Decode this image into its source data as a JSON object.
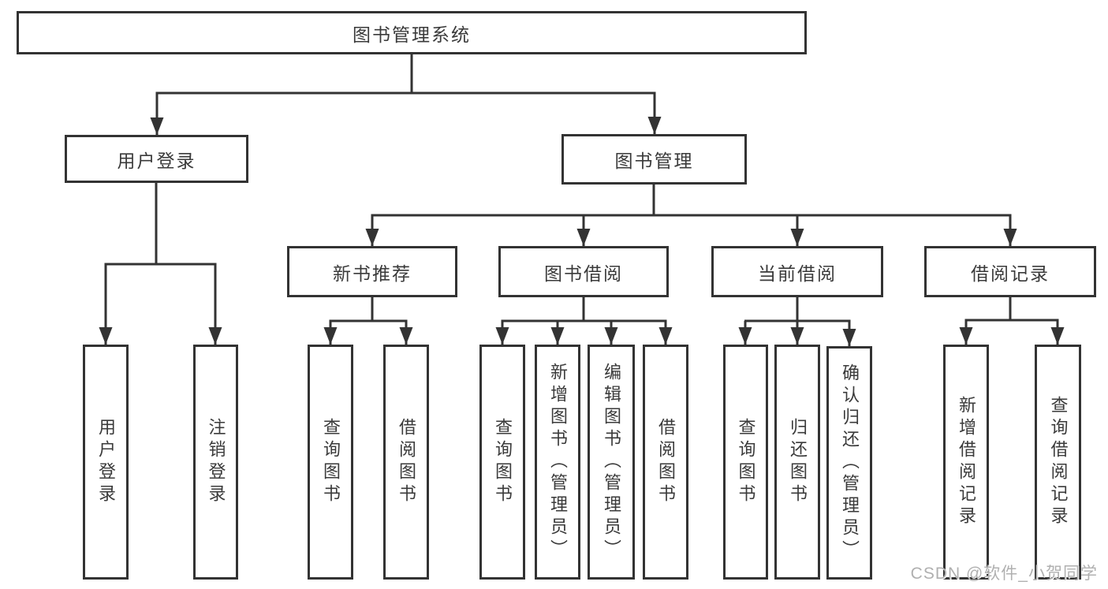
{
  "tree": {
    "label": "图书管理系统",
    "children": [
      {
        "label": "用户登录",
        "children": [
          {
            "label": "用户登录"
          },
          {
            "label": "注销登录"
          }
        ]
      },
      {
        "label": "图书管理",
        "children": [
          {
            "label": "新书推荐",
            "children": [
              {
                "label": "查询图书"
              },
              {
                "label": "借阅图书"
              }
            ]
          },
          {
            "label": "图书借阅",
            "children": [
              {
                "label": "查询图书"
              },
              {
                "label": "新增图书（管理员）"
              },
              {
                "label": "编辑图书（管理员）"
              },
              {
                "label": "借阅图书"
              }
            ]
          },
          {
            "label": "当前借阅",
            "children": [
              {
                "label": "查询图书"
              },
              {
                "label": "归还图书"
              },
              {
                "label": "确认归还（管理员）"
              }
            ]
          },
          {
            "label": "借阅记录",
            "children": [
              {
                "label": "新增借阅记录"
              },
              {
                "label": "查询借阅记录"
              }
            ]
          }
        ]
      }
    ]
  },
  "watermark": "CSDN @软件_小贺同学",
  "colors": {
    "line": "#333333",
    "box_border": "#333333",
    "text": "#3a3a3a",
    "watermark": "#b0b0b0",
    "background": "#ffffff"
  }
}
